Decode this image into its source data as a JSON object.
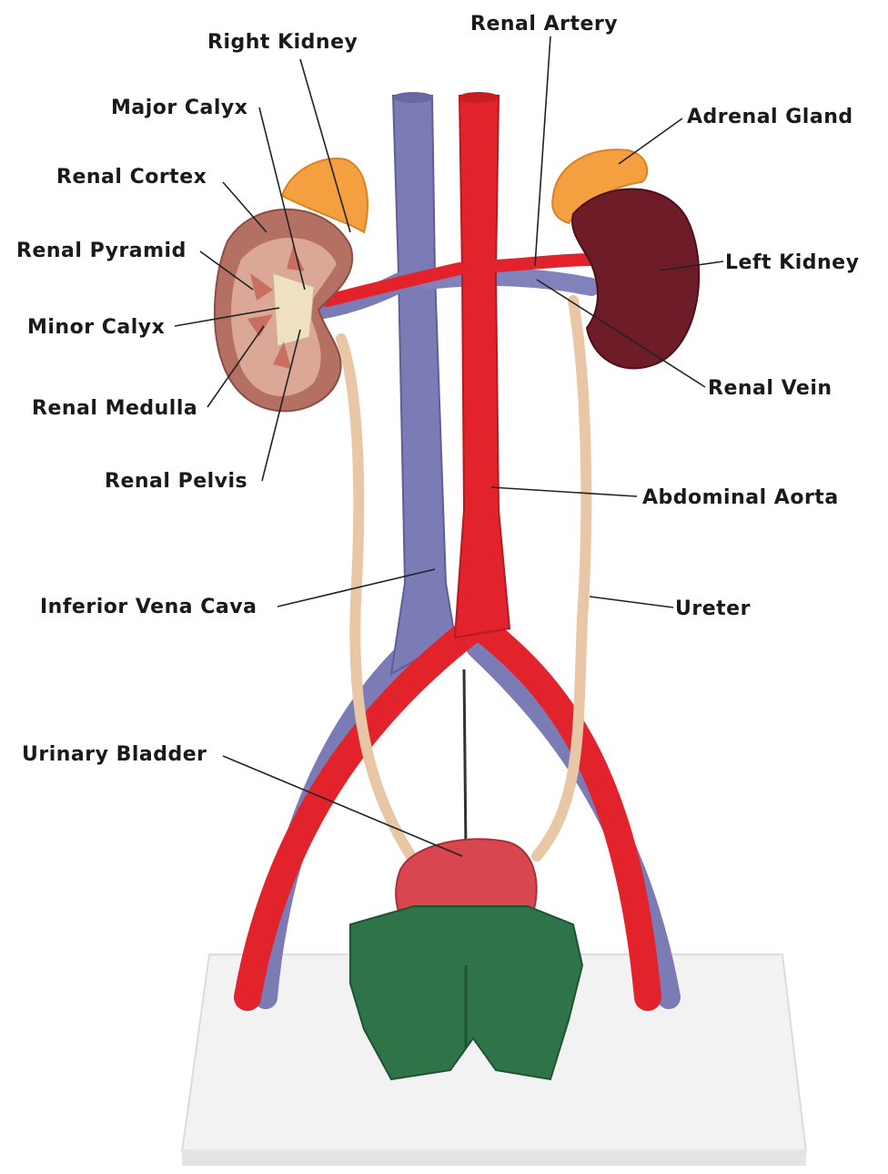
{
  "labels": {
    "right_kidney": "Right Kidney",
    "renal_artery": "Renal Artery",
    "major_calyx": "Major Calyx",
    "adrenal_gland": "Adrenal Gland",
    "renal_cortex": "Renal Cortex",
    "renal_pyramid": "Renal Pyramid",
    "left_kidney": "Left Kidney",
    "minor_calyx": "Minor Calyx",
    "renal_vein": "Renal Vein",
    "renal_medulla": "Renal Medulla",
    "renal_pelvis": "Renal Pelvis",
    "abdominal_aorta": "Abdominal Aorta",
    "inferior_vena_cava": "Inferior Vena Cava",
    "ureter": "Ureter",
    "urinary_bladder": "Urinary Bladder"
  },
  "colors": {
    "artery": "#e3232b",
    "vein": "#7b7bb5",
    "kidney_left": "#6e1c28",
    "kidney_cut_cortex": "#c9a089",
    "adrenal": "#f4a040",
    "ureter": "#e9c7a6",
    "bladder": "#d8474f",
    "base_green": "#2f7448",
    "stand": "#f1f1f1"
  }
}
